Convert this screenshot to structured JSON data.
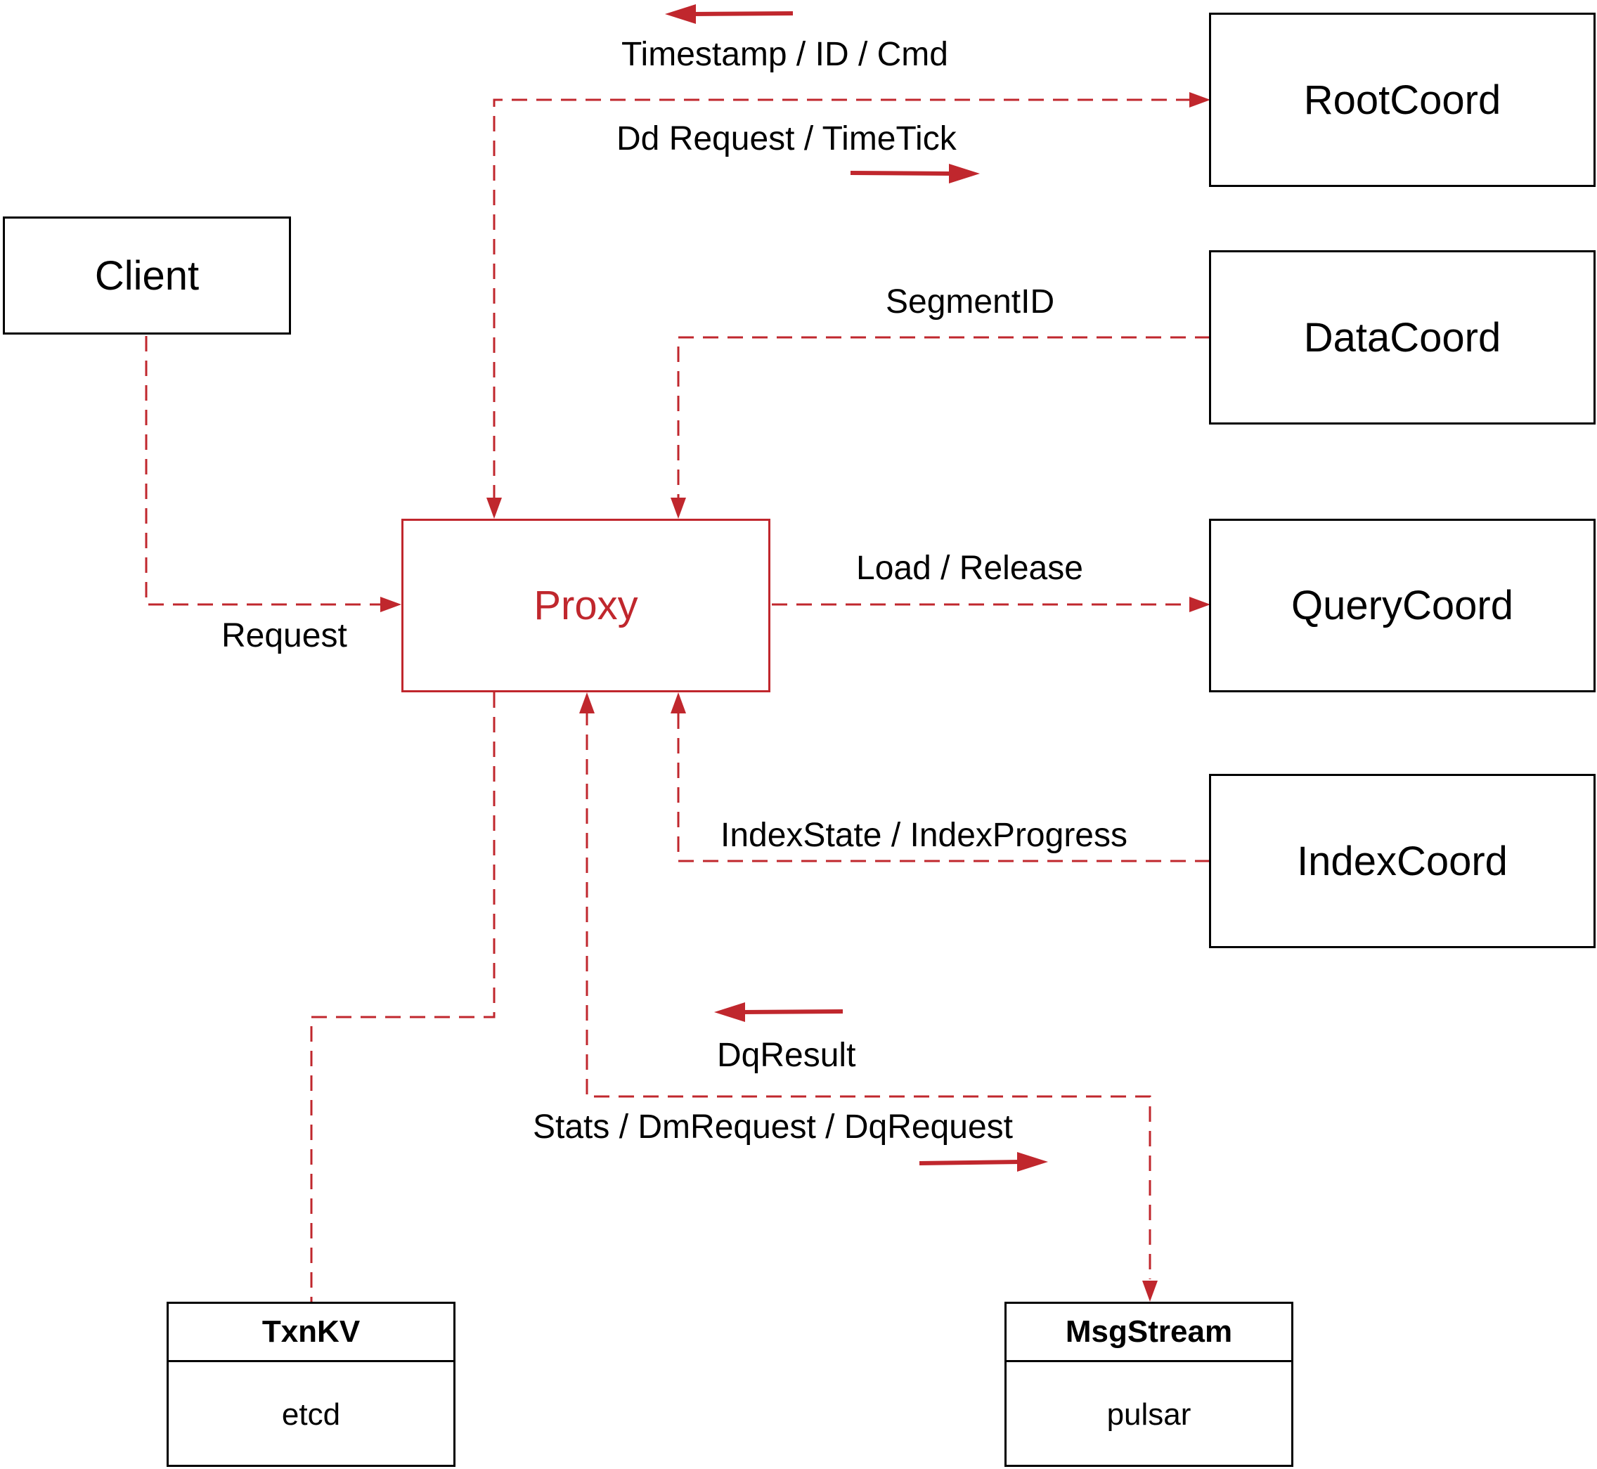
{
  "nodes": {
    "client": "Client",
    "proxy": "Proxy",
    "root_coord": "RootCoord",
    "data_coord": "DataCoord",
    "query_coord": "QueryCoord",
    "index_coord": "IndexCoord",
    "txnkv": {
      "title": "TxnKV",
      "body": "etcd"
    },
    "msgstream": {
      "title": "MsgStream",
      "body": "pulsar"
    }
  },
  "edges": {
    "timestamp_id_cmd": "Timestamp / ID / Cmd",
    "dd_request_timetick": "Dd Request / TimeTick",
    "segment_id": "SegmentID",
    "request": "Request",
    "load_release": "Load / Release",
    "index_state_progress": "IndexState / IndexProgress",
    "dq_result": "DqResult",
    "stats_dm_dq_request": "Stats / DmRequest / DqRequest"
  },
  "colors": {
    "accent": "#c0272d",
    "line": "#000000"
  }
}
